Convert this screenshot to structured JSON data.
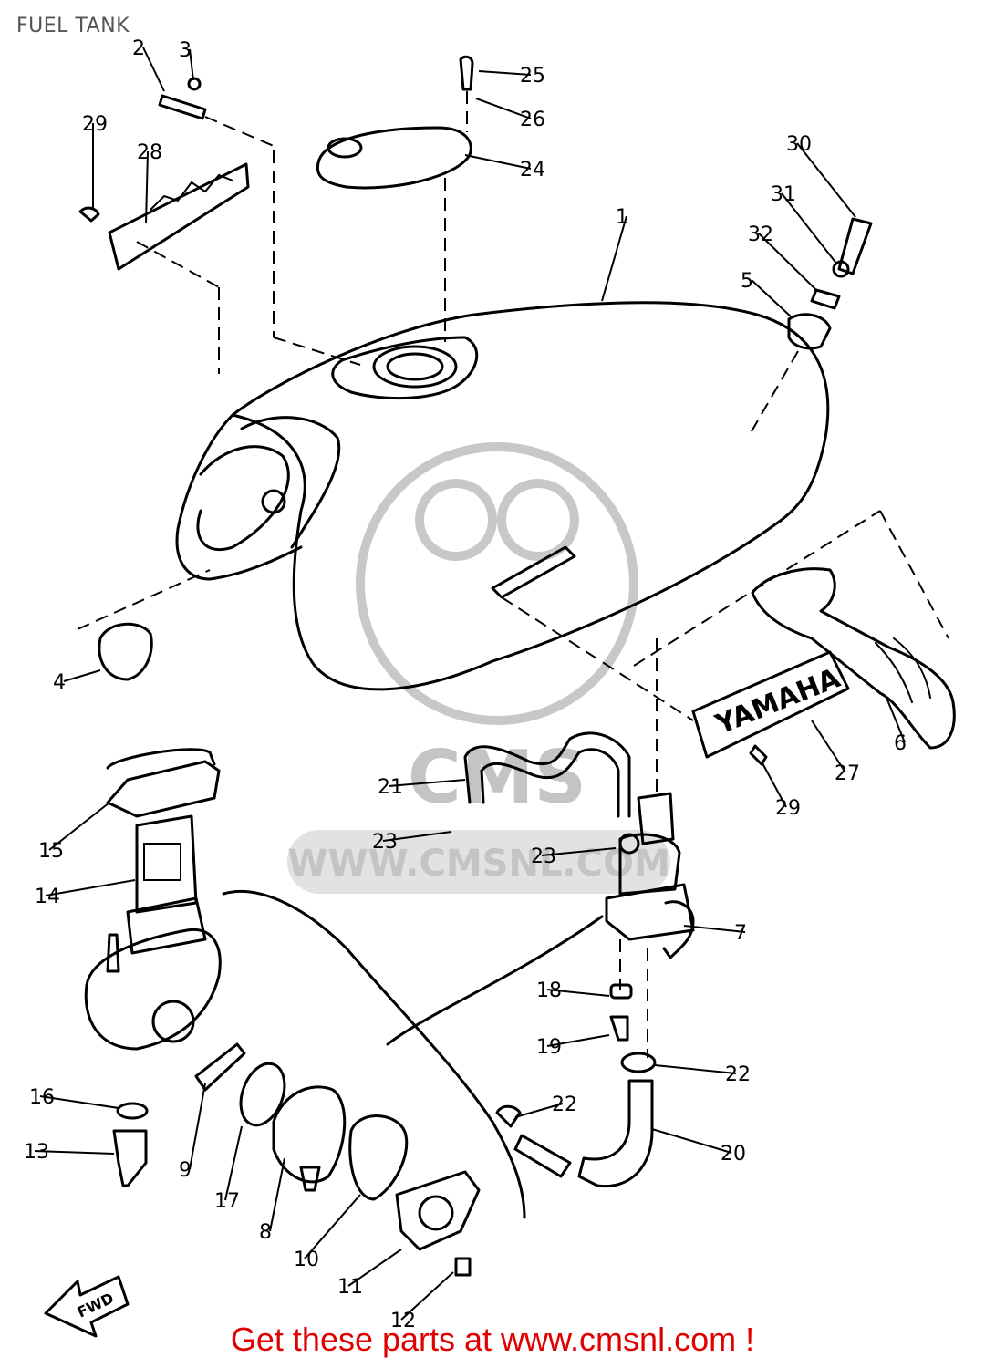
{
  "title": "FUEL TANK",
  "footer": "Get these parts at www.cmsnl.com !",
  "watermark": {
    "brand": "CMS",
    "url": "WWW.CMSNL.COM"
  },
  "arrow_label": "FWD",
  "tank_emblem": "YAMAHA",
  "callouts": [
    {
      "id": "c2",
      "label": "2"
    },
    {
      "id": "c3",
      "label": "3"
    },
    {
      "id": "c25",
      "label": "25"
    },
    {
      "id": "c26",
      "label": "26"
    },
    {
      "id": "c24",
      "label": "24"
    },
    {
      "id": "c29a",
      "label": "29"
    },
    {
      "id": "c28",
      "label": "28"
    },
    {
      "id": "c30",
      "label": "30"
    },
    {
      "id": "c31",
      "label": "31"
    },
    {
      "id": "c32",
      "label": "32"
    },
    {
      "id": "c5",
      "label": "5"
    },
    {
      "id": "c1",
      "label": "1"
    },
    {
      "id": "c4",
      "label": "4"
    },
    {
      "id": "c6",
      "label": "6"
    },
    {
      "id": "c27",
      "label": "27"
    },
    {
      "id": "c29b",
      "label": "29"
    },
    {
      "id": "c21",
      "label": "21"
    },
    {
      "id": "c23a",
      "label": "23"
    },
    {
      "id": "c23b",
      "label": "23"
    },
    {
      "id": "c15",
      "label": "15"
    },
    {
      "id": "c14",
      "label": "14"
    },
    {
      "id": "c7",
      "label": "7"
    },
    {
      "id": "c18",
      "label": "18"
    },
    {
      "id": "c19",
      "label": "19"
    },
    {
      "id": "c22a",
      "label": "22"
    },
    {
      "id": "c22b",
      "label": "22"
    },
    {
      "id": "c20",
      "label": "20"
    },
    {
      "id": "c16",
      "label": "16"
    },
    {
      "id": "c13",
      "label": "13"
    },
    {
      "id": "c9",
      "label": "9"
    },
    {
      "id": "c17",
      "label": "17"
    },
    {
      "id": "c8",
      "label": "8"
    },
    {
      "id": "c10",
      "label": "10"
    },
    {
      "id": "c11",
      "label": "11"
    },
    {
      "id": "c12",
      "label": "12"
    }
  ]
}
